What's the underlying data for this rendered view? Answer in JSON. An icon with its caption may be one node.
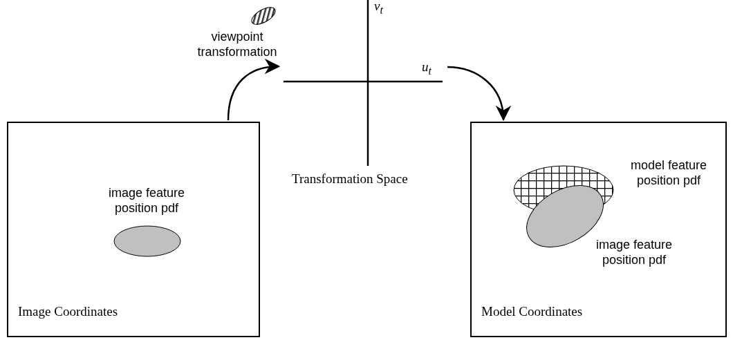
{
  "diagram": {
    "nodes": [
      {
        "text": [
          "Image Coordinates"
        ]
      },
      {
        "text": [
          "image feature position pdf"
        ],
        "in": 0
      },
      {
        "text": [
          "v$_{t}$",
          "u$_{t}$",
          "Transformation Space"
        ]
      },
      {
        "text": [
          "viewpoint transformation"
        ]
      },
      {
        "text": [
          "Model Coordinates"
        ]
      },
      {
        "text": [
          "model feature position pdf"
        ],
        "in": 4
      },
      {
        "text": [
          "image feature position pdf"
        ],
        "in": 4
      }
    ],
    "edges": [
      {
        "from": 0,
        "to": 2,
        "arrow": "to"
      },
      {
        "from": 2,
        "to": 4,
        "arrow": "to"
      }
    ]
  }
}
